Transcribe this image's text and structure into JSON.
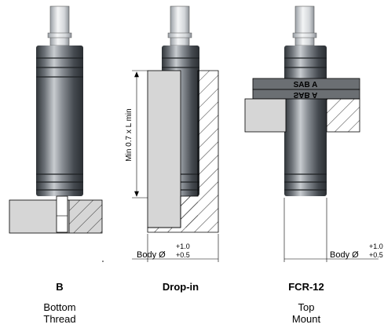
{
  "figure": {
    "panels": [
      {
        "id": "B",
        "name": "B",
        "description_line1": "Bottom",
        "description_line2": "Thread"
      },
      {
        "id": "dropin",
        "name": "Drop-in",
        "description_line1": "",
        "description_line2": ""
      },
      {
        "id": "fcr12",
        "name": "FCR-12",
        "description_line1": "Top",
        "description_line2": "Mount"
      }
    ],
    "dimensions": {
      "min_length_label": "Min 0.7 x L min",
      "body_diameter_label": "Body Ø",
      "tolerance_plus": "+1.0",
      "tolerance_minus": "+0.5"
    },
    "nut_text_top": "SAB A",
    "nut_text_bottom": "SAB A"
  },
  "colors": {
    "cylinder_dark": "#4e5358",
    "cylinder_light": "#c9cdd0",
    "rod": "#e6e8ea",
    "block_fill": "#d6d6d6",
    "nut_fill": "#6b6f73"
  }
}
